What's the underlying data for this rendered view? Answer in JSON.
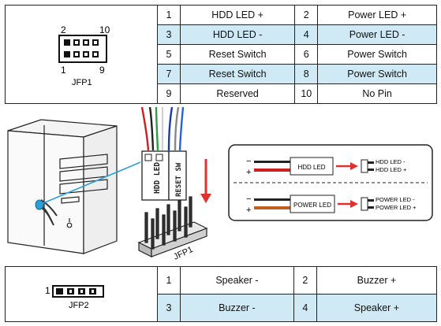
{
  "jfp1": {
    "header_label": "JFP1",
    "pin_labels": {
      "top_left": "2",
      "top_right": "10",
      "bottom_left": "1",
      "bottom_right": "9"
    },
    "rows": [
      {
        "pin_a": "1",
        "name_a": "HDD LED +",
        "pin_b": "2",
        "name_b": "Power LED +",
        "highlight": false
      },
      {
        "pin_a": "3",
        "name_a": "HDD LED -",
        "pin_b": "4",
        "name_b": "Power LED -",
        "highlight": true
      },
      {
        "pin_a": "5",
        "name_a": "Reset Switch",
        "pin_b": "6",
        "name_b": "Power Switch",
        "highlight": false
      },
      {
        "pin_a": "7",
        "name_a": "Reset Switch",
        "pin_b": "8",
        "name_b": "Power Switch",
        "highlight": true
      },
      {
        "pin_a": "9",
        "name_a": "Reserved",
        "pin_b": "10",
        "name_b": "No Pin",
        "highlight": false
      }
    ]
  },
  "diagram": {
    "header_label": "JFP1",
    "plug_text_1": "HDD LED",
    "plug_text_2": "RESET SW",
    "legend": {
      "top": {
        "minus": "−",
        "plus": "+",
        "box": "HDD LED",
        "out_minus": "HDD LED -",
        "out_plus": "HDD LED +"
      },
      "bottom": {
        "minus": "−",
        "plus": "+",
        "box": "POWER LED",
        "out_minus": "POWER LED -",
        "out_plus": "POWER LED +"
      }
    }
  },
  "jfp2": {
    "pin_label_left": "1",
    "header_label": "JFP2",
    "rows": [
      {
        "pin_a": "1",
        "name_a": "Speaker -",
        "pin_b": "2",
        "name_b": "Buzzer +",
        "highlight": false
      },
      {
        "pin_a": "3",
        "name_a": "Buzzer -",
        "pin_b": "4",
        "name_b": "Speaker +",
        "highlight": true
      }
    ]
  },
  "colors": {
    "highlight": "#cfe9f5",
    "arrow_red": "#e03030",
    "wire_blue": "#2aa0d8"
  }
}
